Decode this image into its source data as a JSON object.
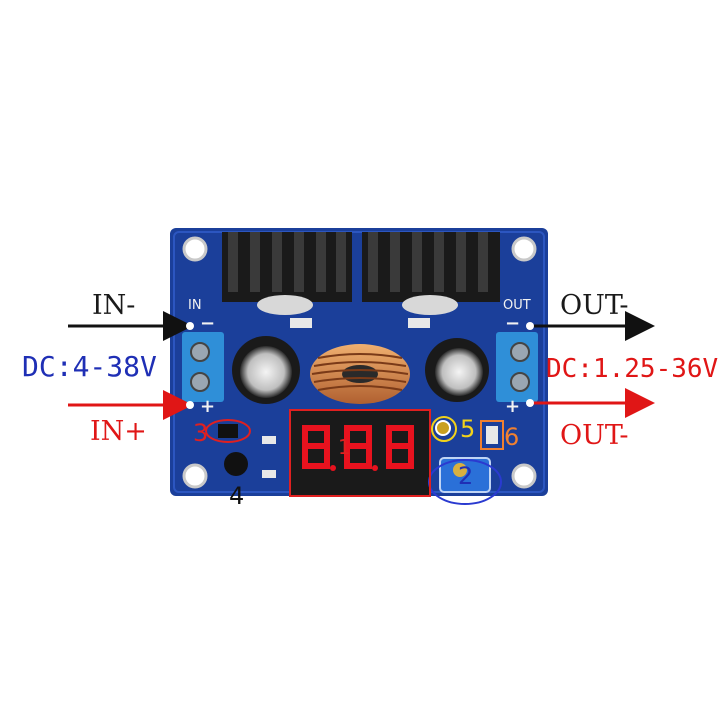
{
  "labels": {
    "in_minus": "IN-",
    "out_minus_top": "OUT-",
    "dc_in": "DC:4-38V",
    "dc_out": "DC:1.25-36V",
    "in_plus": "IN+",
    "out_minus_bottom": "OUT-"
  },
  "board_text": {
    "in": "IN",
    "out": "OUT",
    "in_minus_sign": "−",
    "in_plus_sign": "+",
    "out_minus_sign": "−",
    "out_plus_sign": "+"
  },
  "callouts": {
    "n1": "1",
    "n2": "2",
    "n3": "3",
    "n4": "4",
    "n5": "5",
    "n6": "6"
  },
  "colors": {
    "pcb": "#1b3f9a",
    "arrow_black": "#111111",
    "arrow_red": "#e01616",
    "label_blue": "#1f2fb5",
    "callout_red": "#e02020",
    "callout_yellow": "#f2d21a",
    "callout_blue": "#2a3ad0",
    "callout_orange": "#f08030",
    "display_red": "#e8121e"
  }
}
